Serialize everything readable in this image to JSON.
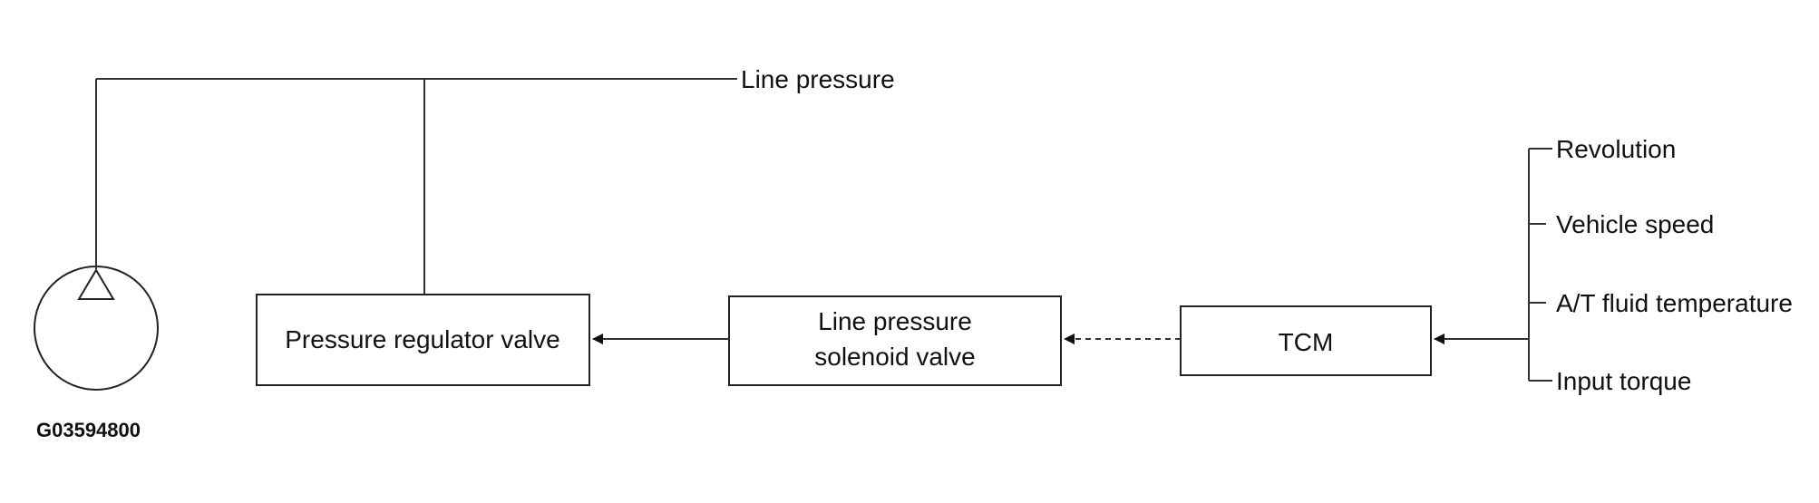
{
  "diagram": {
    "line_pressure_label": "Line pressure",
    "pressure_regulator_valve": "Pressure regulator valve",
    "line_pressure_solenoid_valve": {
      "line1": "Line pressure",
      "line2": "solenoid valve"
    },
    "tcm": "TCM",
    "inputs": [
      "Revolution",
      "Vehicle speed",
      "A/T fluid temperature",
      "Input torque"
    ],
    "figure_code": "G03594800"
  }
}
